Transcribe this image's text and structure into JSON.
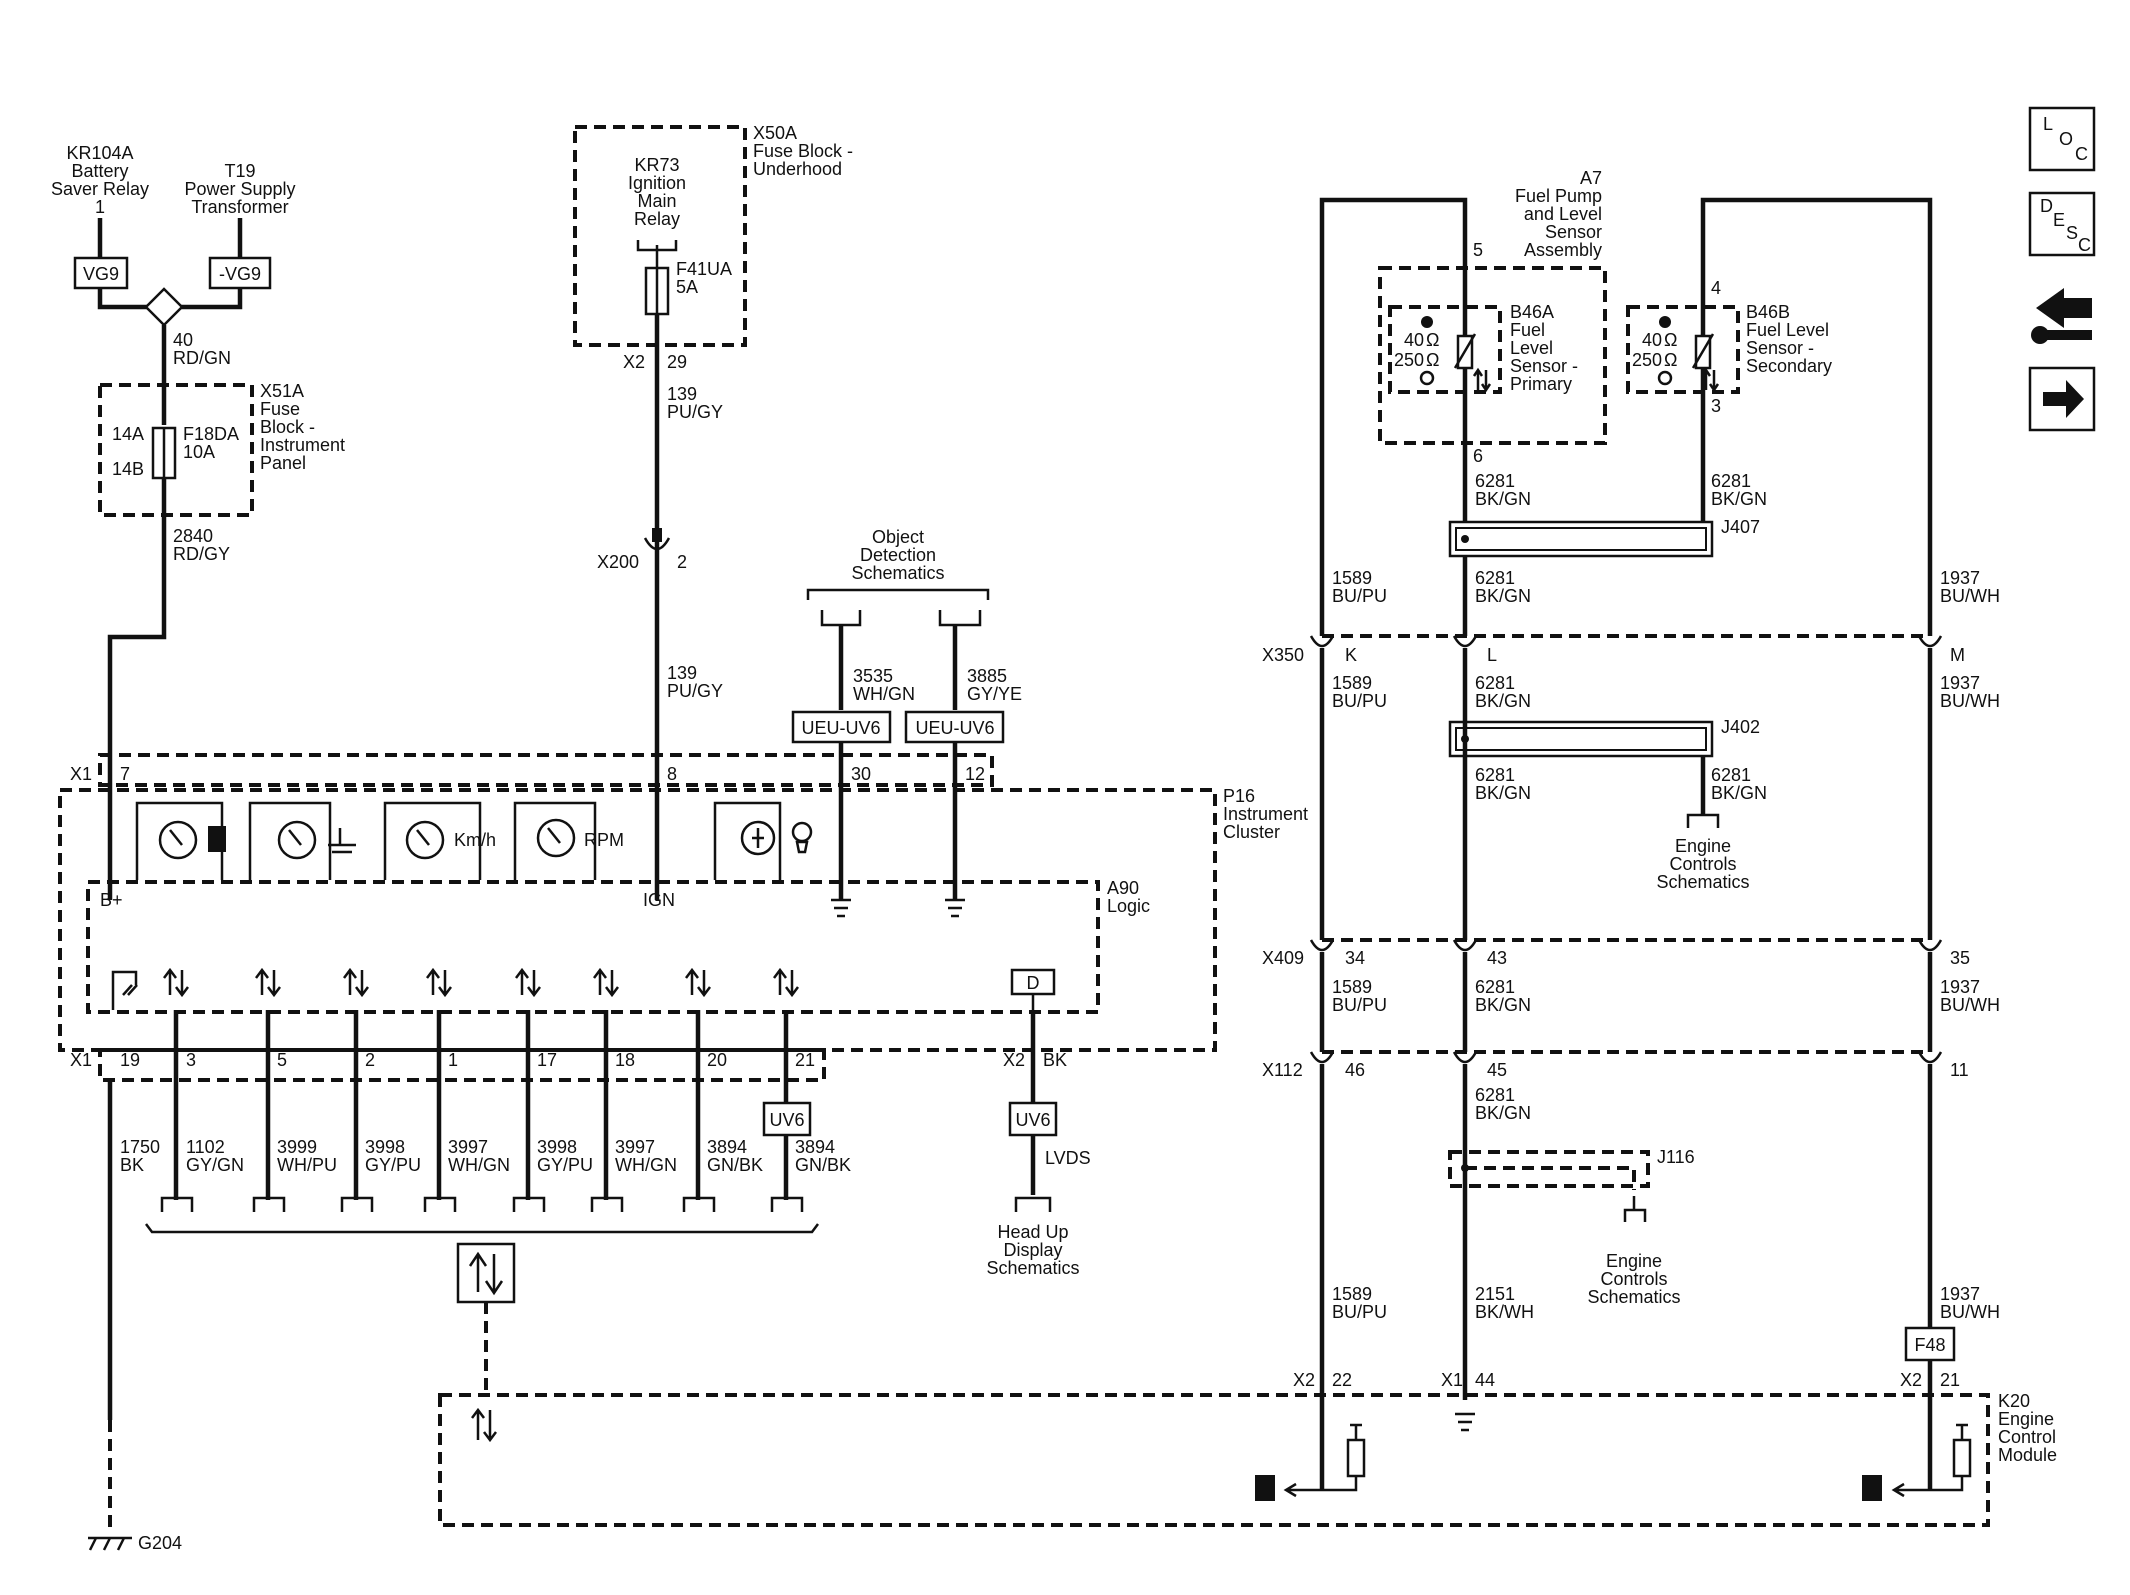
{
  "nav": {
    "loc": [
      "L",
      "O",
      "C"
    ],
    "desc": [
      "D",
      "E",
      "S",
      "C"
    ]
  },
  "kr104a": [
    "KR104A",
    "Battery",
    "Saver Relay",
    "1"
  ],
  "t19": [
    "T19",
    "Power Supply",
    "Transformer"
  ],
  "vg9": "VG9",
  "neg_vg9": "-VG9",
  "w40": [
    "40",
    "RD/GN"
  ],
  "x51a": [
    "X51A",
    "Fuse",
    "Block -",
    "Instrument",
    "Panel"
  ],
  "f18da": {
    "p1": "14A",
    "p2": "14B",
    "name": "F18DA",
    "amp": "10A"
  },
  "w2840": [
    "2840",
    "RD/GY"
  ],
  "x50a": [
    "X50A",
    "Fuse Block -",
    "Underhood"
  ],
  "kr73": [
    "KR73",
    "Ignition",
    "Main",
    "Relay"
  ],
  "f41ua": {
    "name": "F41UA",
    "amp": "5A"
  },
  "x2_29": {
    "conn": "X2",
    "pin": "29"
  },
  "w139a": [
    "139",
    "PU/GY"
  ],
  "x200": {
    "conn": "X200",
    "pin": "2"
  },
  "w139b": [
    "139",
    "PU/GY"
  ],
  "objdet": [
    "Object",
    "Detection",
    "Schematics"
  ],
  "w3535": [
    "3535",
    "WH/GN"
  ],
  "w3885": [
    "3885",
    "GY/YE"
  ],
  "ueu": "UEU-UV6",
  "x1top": {
    "conn": "X1",
    "p7": "7",
    "p8": "8",
    "p30": "30",
    "p12": "12"
  },
  "p16": [
    "P16",
    "Instrument",
    "Cluster"
  ],
  "a90": [
    "A90",
    "Logic"
  ],
  "bplus": "B+",
  "ign": "IGN",
  "kmh": "Km/h",
  "rpm": "RPM",
  "disp_d": "D",
  "x1bot": {
    "conn": "X1",
    "pins": [
      "19",
      "3",
      "5",
      "2",
      "1",
      "17",
      "18",
      "20",
      "21"
    ]
  },
  "x2bk": {
    "conn": "X2",
    "pin": "BK"
  },
  "uv6": "UV6",
  "lvds": "LVDS",
  "hud": [
    "Head Up",
    "Display",
    "Schematics"
  ],
  "bus_wires": [
    {
      "num": "1750",
      "color": "BK"
    },
    {
      "num": "1102",
      "color": "GY/GN"
    },
    {
      "num": "3999",
      "color": "WH/PU"
    },
    {
      "num": "3998",
      "color": "GY/PU"
    },
    {
      "num": "3997",
      "color": "WH/GN"
    },
    {
      "num": "3998",
      "color": "GY/PU"
    },
    {
      "num": "3997",
      "color": "WH/GN"
    },
    {
      "num": "3894",
      "color": "GN/BK"
    },
    {
      "num": "3894",
      "color": "GN/BK"
    }
  ],
  "g204": "G204",
  "a7": [
    "A7",
    "Fuel Pump",
    "and Level",
    "Sensor",
    "Assembly"
  ],
  "b46a": [
    "B46A",
    "Fuel",
    "Level",
    "Sensor -",
    "Primary"
  ],
  "b46b": [
    "B46B",
    "Fuel Level",
    "Sensor -",
    "Secondary"
  ],
  "ohm40": "40",
  "ohm250": "250",
  "ohm": "Ω",
  "pins_a7": {
    "p5": "5",
    "p4": "4",
    "p6": "6",
    "p3": "3"
  },
  "w6281": [
    "6281",
    "BK/GN"
  ],
  "w1589": [
    "1589",
    "BU/PU"
  ],
  "w1937": [
    "1937",
    "BU/WH"
  ],
  "w2151": [
    "2151",
    "BK/WH"
  ],
  "j407": "J407",
  "j402": "J402",
  "j116": "J116",
  "x350": {
    "conn": "X350",
    "k": "K",
    "l": "L",
    "m": "M"
  },
  "x409": {
    "conn": "X409",
    "a": "34",
    "b": "43",
    "c": "35"
  },
  "x112": {
    "conn": "X112",
    "a": "46",
    "b": "45",
    "c": "11"
  },
  "ecs": [
    "Engine",
    "Controls",
    "Schematics"
  ],
  "f48": "F48",
  "k20pins": {
    "x2a": "X2",
    "p22": "22",
    "x1": "X1",
    "p44": "44",
    "x2b": "X2",
    "p21": "21"
  },
  "k20": [
    "K20",
    "Engine",
    "Control",
    "Module"
  ]
}
